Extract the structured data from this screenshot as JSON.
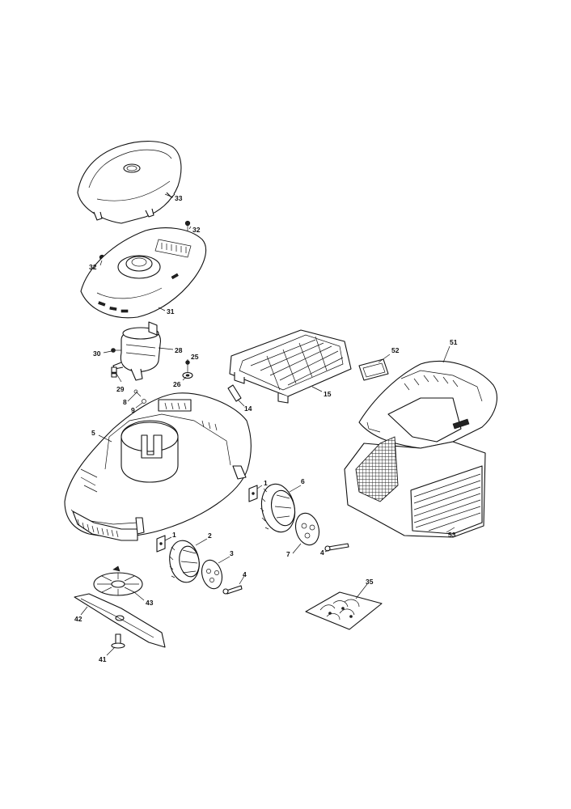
{
  "callouts": [
    {
      "id": "p33",
      "label": "33"
    },
    {
      "id": "p32a",
      "label": "32"
    },
    {
      "id": "p32b",
      "label": "32"
    },
    {
      "id": "p31",
      "label": "31"
    },
    {
      "id": "p30",
      "label": "30"
    },
    {
      "id": "p28",
      "label": "28"
    },
    {
      "id": "p25",
      "label": "25"
    },
    {
      "id": "p29",
      "label": "29"
    },
    {
      "id": "p26",
      "label": "26"
    },
    {
      "id": "p8",
      "label": "8"
    },
    {
      "id": "p9",
      "label": "9"
    },
    {
      "id": "p14",
      "label": "14"
    },
    {
      "id": "p15",
      "label": "15"
    },
    {
      "id": "p52",
      "label": "52"
    },
    {
      "id": "p51",
      "label": "51"
    },
    {
      "id": "p5",
      "label": "5"
    },
    {
      "id": "p1a",
      "label": "1"
    },
    {
      "id": "p6",
      "label": "6"
    },
    {
      "id": "p7",
      "label": "7"
    },
    {
      "id": "p4a",
      "label": "4"
    },
    {
      "id": "p53",
      "label": "53"
    },
    {
      "id": "p1b",
      "label": "1"
    },
    {
      "id": "p2",
      "label": "2"
    },
    {
      "id": "p3",
      "label": "3"
    },
    {
      "id": "p4b",
      "label": "4"
    },
    {
      "id": "p43",
      "label": "43"
    },
    {
      "id": "p42",
      "label": "42"
    },
    {
      "id": "p35",
      "label": "35"
    },
    {
      "id": "p41",
      "label": "41"
    }
  ]
}
